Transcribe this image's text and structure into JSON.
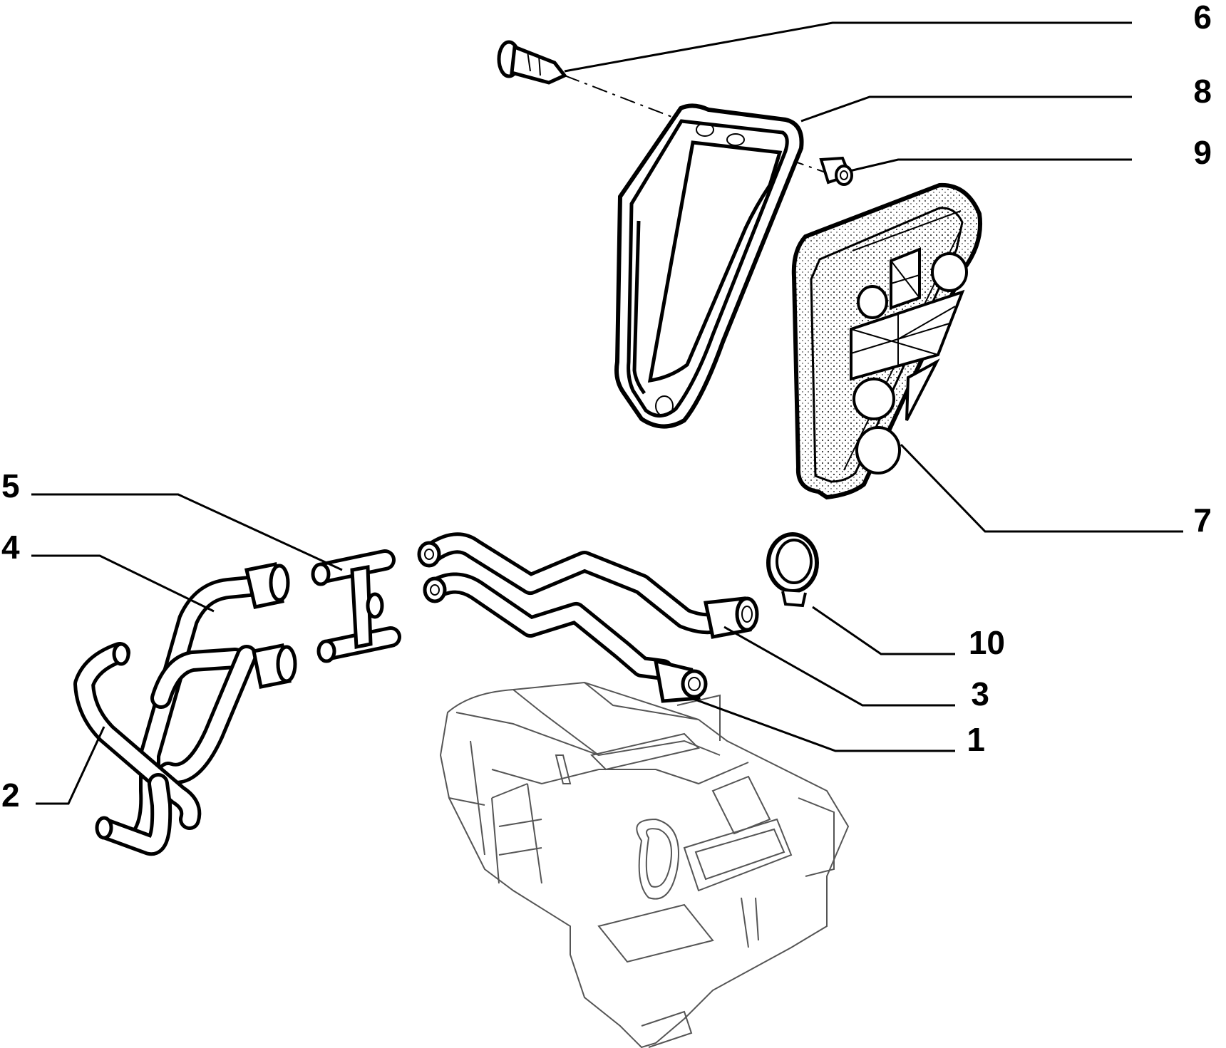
{
  "callouts": [
    {
      "id": "6",
      "label": "6"
    },
    {
      "id": "8",
      "label": "8"
    },
    {
      "id": "9",
      "label": "9"
    },
    {
      "id": "7",
      "label": "7"
    },
    {
      "id": "5",
      "label": "5"
    },
    {
      "id": "4",
      "label": "4"
    },
    {
      "id": "10",
      "label": "10"
    },
    {
      "id": "3",
      "label": "3"
    },
    {
      "id": "1",
      "label": "1"
    },
    {
      "id": "2",
      "label": "2"
    }
  ]
}
